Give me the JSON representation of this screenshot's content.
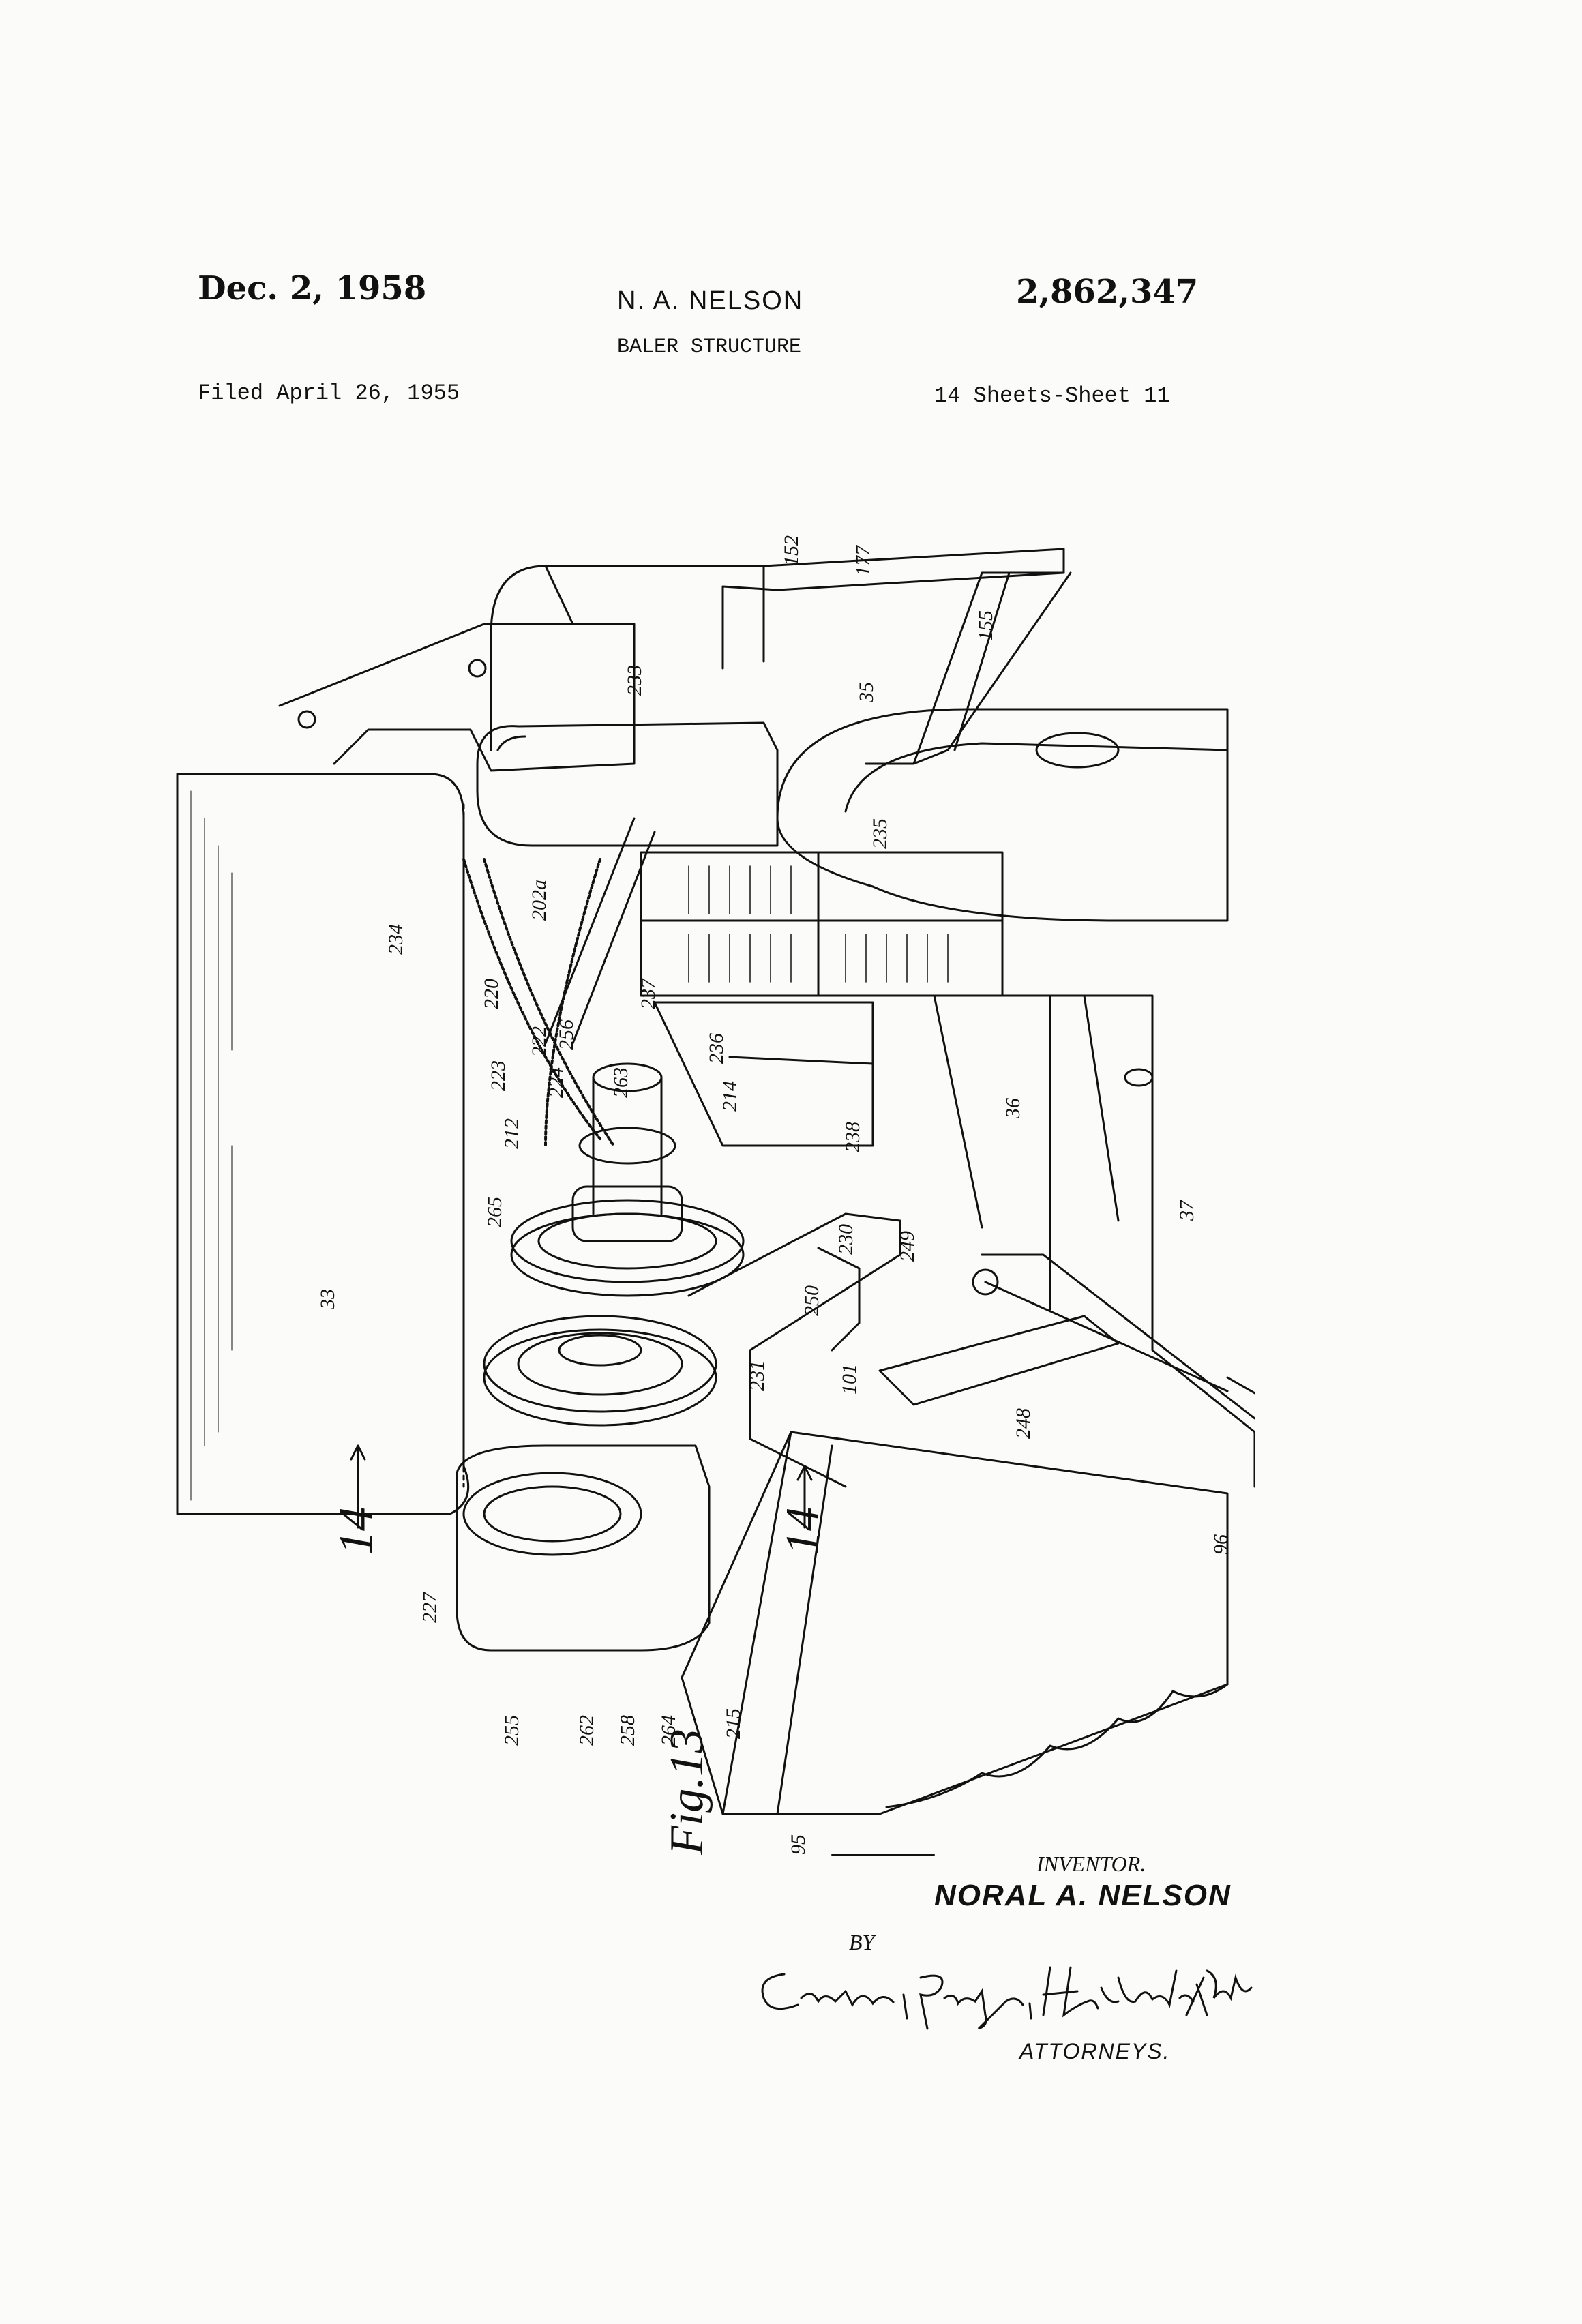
{
  "header": {
    "date": "Dec. 2, 1958",
    "inventor": "N. A. NELSON",
    "patent_number": "2,862,347",
    "title": "BALER STRUCTURE",
    "filed": "Filed April 26, 1955",
    "sheets": "14 Sheets-Sheet 11"
  },
  "figure": {
    "caption": "Fig.13",
    "section_marks": [
      "14",
      "14"
    ],
    "reference_numerals": [
      "152",
      "177",
      "155",
      "233",
      "35",
      "235",
      "234",
      "202a",
      "220",
      "223",
      "222",
      "256",
      "237",
      "224",
      "212",
      "236",
      "263",
      "214",
      "238",
      "36",
      "37",
      "265",
      "33",
      "230",
      "249",
      "250",
      "101",
      "231",
      "248",
      "227",
      "255",
      "262",
      "258",
      "264",
      "215",
      "96",
      "95"
    ]
  },
  "signature_block": {
    "inventor_label": "INVENTOR.",
    "inventor_name": "NORAL A. NELSON",
    "by": "BY",
    "signature": "Carlson, Pitzner, Hubbard & Wolfe",
    "attorneys": "ATTORNEYS."
  },
  "colors": {
    "ink": "#111111",
    "paper": "#fbfbf9"
  }
}
